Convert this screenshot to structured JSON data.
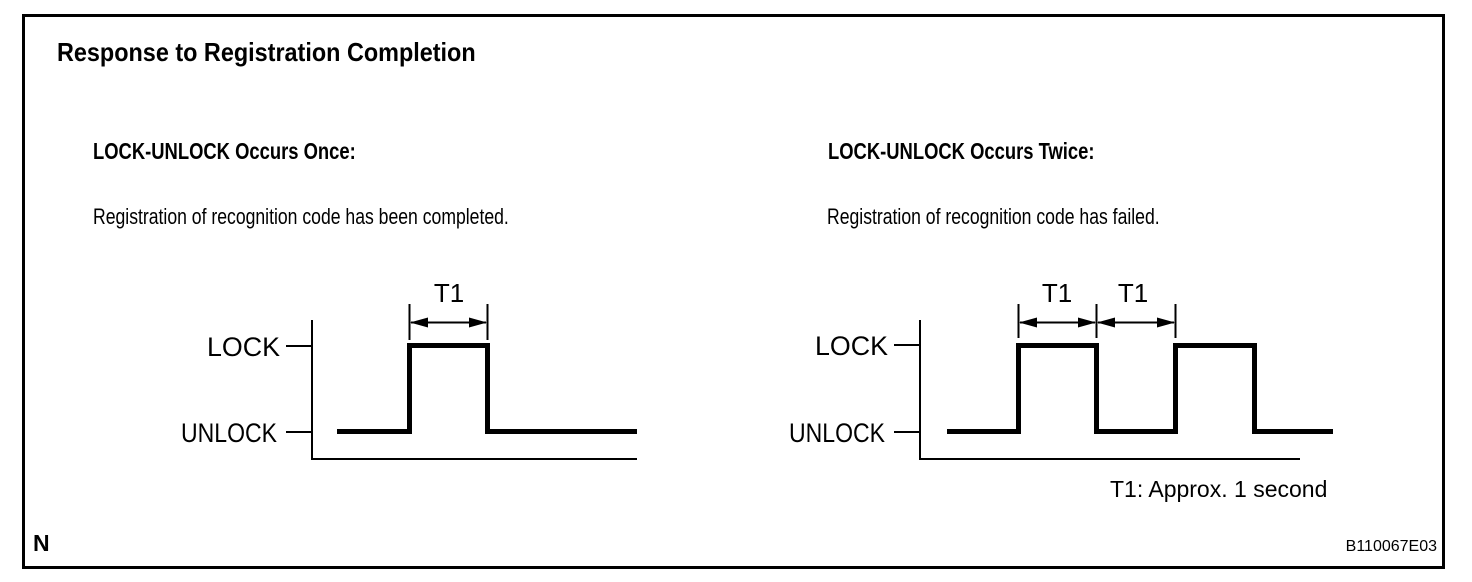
{
  "title": "Response to Registration Completion",
  "sections": [
    {
      "heading": "LOCK-UNLOCK Occurs Once:",
      "description": "Registration of recognition code has been completed.",
      "waveform": {
        "high_label": "LOCK",
        "low_label": "UNLOCK",
        "pulse_count": 1,
        "dimension_labels": [
          "T1"
        ]
      }
    },
    {
      "heading": "LOCK-UNLOCK Occurs Twice:",
      "description": "Registration of recognition code has failed.",
      "waveform": {
        "high_label": "LOCK",
        "low_label": "UNLOCK",
        "pulse_count": 2,
        "dimension_labels": [
          "T1",
          "T1"
        ]
      }
    }
  ],
  "note": "T1: Approx. 1 second",
  "footer": {
    "page_marker": "N",
    "figure_code": "B110067E03"
  },
  "colors": {
    "ink": "#000000",
    "paper": "#ffffff"
  }
}
